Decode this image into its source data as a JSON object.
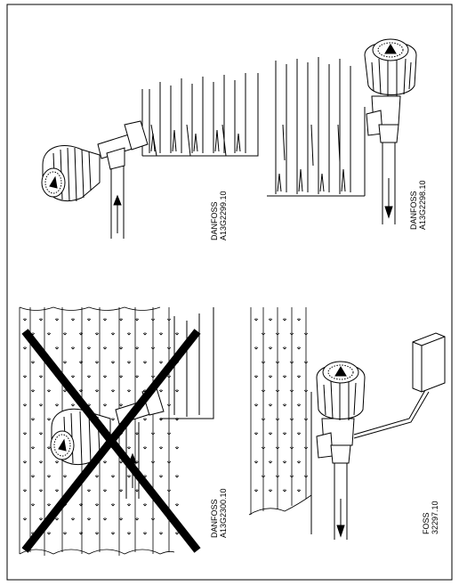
{
  "panels": [
    {
      "id": "top-left",
      "caption": [
        "DANFOSS",
        "A13G2299.10"
      ],
      "flow": "up",
      "crossed": false
    },
    {
      "id": "top-right",
      "caption": [
        "DANFOSS",
        "A13G2298.10"
      ],
      "flow": "down",
      "crossed": false
    },
    {
      "id": "bottom-left",
      "caption": [
        "DANFOSS",
        "A13G2300.10"
      ],
      "flow": "up",
      "crossed": true
    },
    {
      "id": "bottom-right",
      "caption": [
        "FOSS",
        "32297.10"
      ],
      "flow": "down",
      "crossed": false,
      "remote_sensor": true
    }
  ],
  "colors": {
    "ink": "#000000",
    "paper": "#ffffff",
    "curtain": "#bdbdbd"
  }
}
